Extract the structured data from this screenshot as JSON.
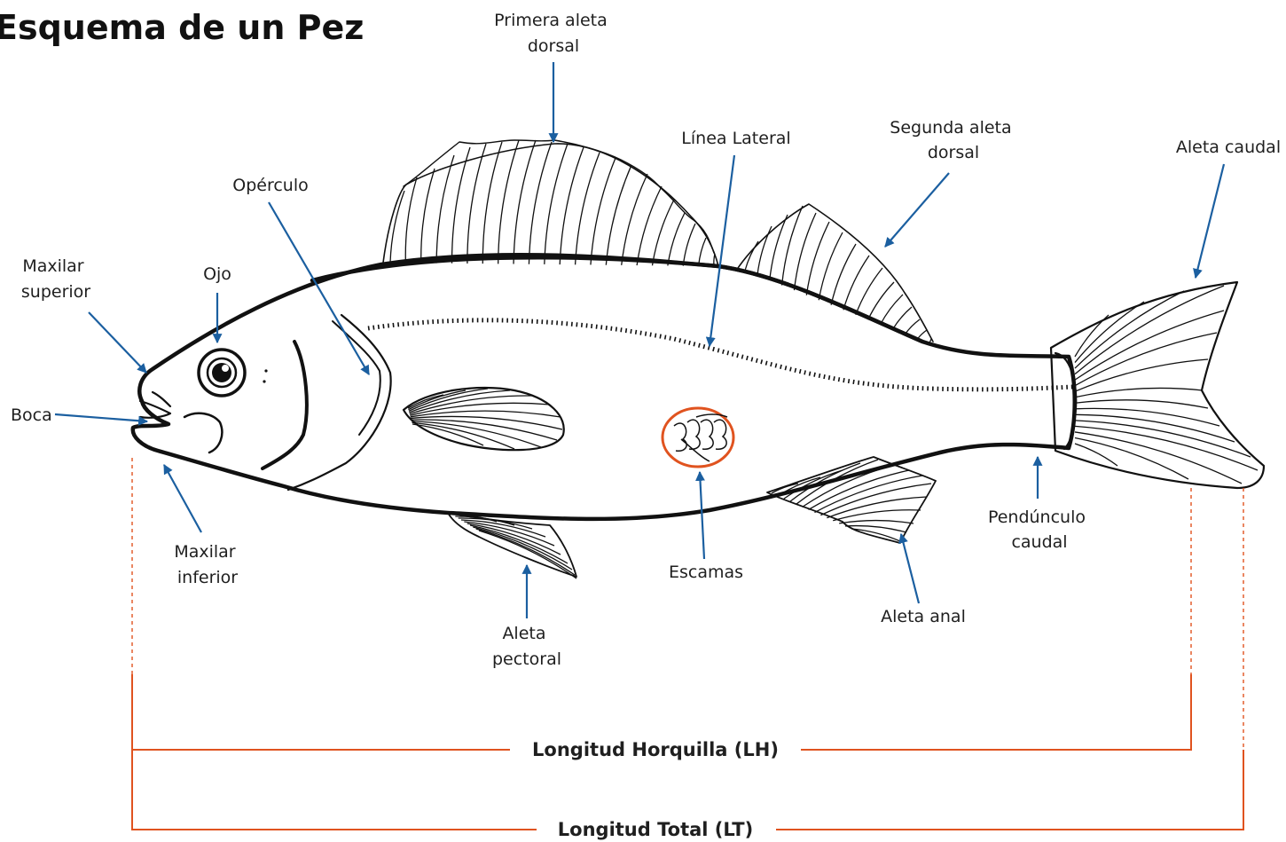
{
  "title": "Esquema de un Pez",
  "labels": {
    "primera_aleta_dorsal": [
      "Primera aleta",
      "dorsal"
    ],
    "linea_lateral": "Línea Lateral",
    "segunda_aleta_dorsal": [
      "Segunda aleta",
      "dorsal"
    ],
    "aleta_caudal": "Aleta caudal",
    "operculo": "Opérculo",
    "maxilar_superior": [
      "Maxilar",
      "superior"
    ],
    "ojo": "Ojo",
    "boca": "Boca",
    "maxilar_inferior": [
      "Maxilar",
      "inferior"
    ],
    "aleta_pectoral": [
      "Aleta",
      "pectoral"
    ],
    "escamas": "Escamas",
    "aleta_anal": "Aleta anal",
    "pedunculo_caudal": [
      "Pendúnculo",
      "caudal"
    ]
  },
  "measures": {
    "horquilla": "Longitud Horquilla (LH)",
    "total": "Longitud Total (LT)"
  },
  "colors": {
    "arrow": "#1b5fa0",
    "measure": "#e0531f",
    "outline": "#111111"
  }
}
